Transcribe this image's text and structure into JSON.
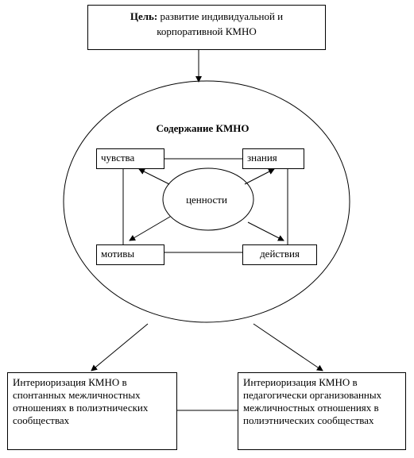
{
  "goal": {
    "bold_label": "Цель:",
    "text_line1": " развитие индивидуальной и",
    "text_line2": "корпоративной КМНО"
  },
  "circle": {
    "title": "Содержание КМНО",
    "center_label": "ценности",
    "nodes": {
      "feelings": "чувства",
      "knowledge": "знания",
      "motives": "мотивы",
      "actions": "действия"
    }
  },
  "bottom": {
    "left": "Интериоризация КМНО в спонтанных межличностных отношениях в полиэтнических сообществах",
    "right": "Интериоризация КМНО в педагогически организованных межличностных отношениях в полиэтнических сообществах"
  }
}
